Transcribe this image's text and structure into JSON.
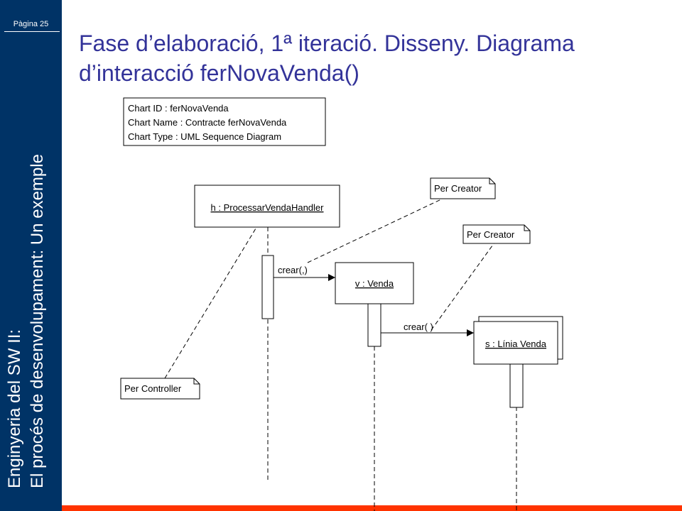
{
  "slide": {
    "page": "Pàgina 25",
    "course_line1": "Enginyeria del SW II:",
    "course_line2": "El procés de desenvolupament: Un exemple",
    "title_line1": "Fase d’elaboració, 1ª iteració. Disseny. Diagrama",
    "title_line2": "d’interacció ferNovaVenda()"
  },
  "diagram": {
    "info_box": [
      "Chart ID : ferNovaVenda",
      "Chart Name : Contracte ferNovaVenda",
      "Chart Type : UML Sequence Diagram"
    ],
    "objects": {
      "handler": "h : ProcessarVendaHandler",
      "venda": "v : Venda",
      "linia": "s : Línia Venda"
    },
    "messages": {
      "m1": "crear(,)",
      "m2": "crear( )"
    },
    "notes": {
      "creator1": "Per Creator",
      "creator2": "Per Creator",
      "controller": "Per Controller"
    }
  },
  "colors": {
    "sidebar": "#003366",
    "title": "#333399",
    "accent_bar": "#ff3300"
  }
}
